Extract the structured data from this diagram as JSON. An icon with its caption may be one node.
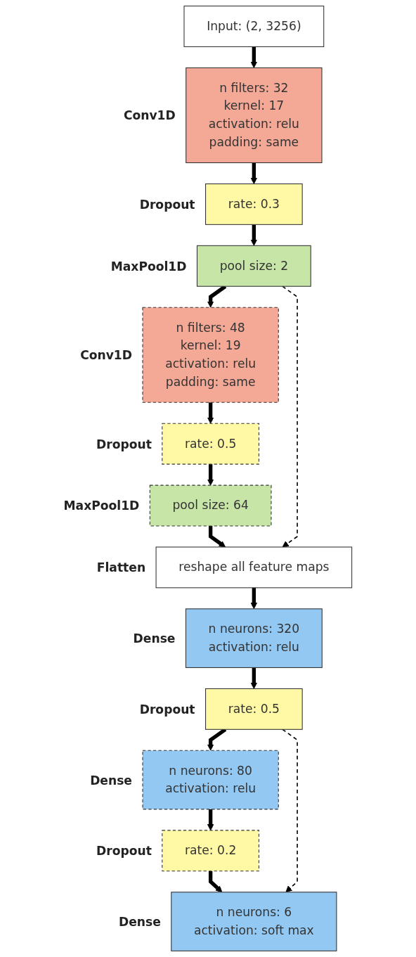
{
  "diagram": {
    "nodes": [
      {
        "text": [
          "Input: (2, 3256)"
        ]
      },
      {
        "text": [
          "n filters: 32",
          "kernel: 17",
          "activation: relu",
          "padding: same"
        ],
        "beside": [
          "Conv1D"
        ]
      },
      {
        "text": [
          "rate: 0.3"
        ],
        "beside": [
          "Dropout"
        ]
      },
      {
        "text": [
          "pool size: 2"
        ],
        "beside": [
          "MaxPool1D"
        ]
      },
      {
        "text": [
          "n filters: 48",
          "kernel: 19",
          "activation: relu",
          "padding: same"
        ],
        "beside": [
          "Conv1D"
        ]
      },
      {
        "text": [
          "rate: 0.5"
        ],
        "beside": [
          "Dropout"
        ]
      },
      {
        "text": [
          "pool size: 64"
        ],
        "beside": [
          "MaxPool1D"
        ]
      },
      {
        "text": [
          "reshape all feature maps"
        ],
        "beside": [
          "Flatten"
        ]
      },
      {
        "text": [
          "n neurons: 320",
          "activation: relu"
        ],
        "beside": [
          "Dense"
        ]
      },
      {
        "text": [
          "rate: 0.5"
        ],
        "beside": [
          "Dropout"
        ]
      },
      {
        "text": [
          "n neurons: 80",
          "activation: relu"
        ],
        "beside": [
          "Dense"
        ]
      },
      {
        "text": [
          "rate: 0.2"
        ],
        "beside": [
          "Dropout"
        ]
      },
      {
        "text": [
          "n neurons: 6",
          "activation: soft max"
        ],
        "beside": [
          "Dense"
        ]
      }
    ],
    "edges": [
      {
        "from": 0,
        "to": 1,
        "arrow": "to"
      },
      {
        "from": 1,
        "to": 2,
        "arrow": "to"
      },
      {
        "from": 2,
        "to": 3,
        "arrow": "to"
      },
      {
        "from": 3,
        "to": 4,
        "arrow": "to"
      },
      {
        "from": 4,
        "to": 5,
        "arrow": "to"
      },
      {
        "from": 5,
        "to": 6,
        "arrow": "to"
      },
      {
        "from": 6,
        "to": 7,
        "arrow": "to"
      },
      {
        "from": 3,
        "to": 7,
        "arrow": "to",
        "style": "dashed"
      },
      {
        "from": 7,
        "to": 8,
        "arrow": "to"
      },
      {
        "from": 8,
        "to": 9,
        "arrow": "to"
      },
      {
        "from": 9,
        "to": 10,
        "arrow": "to"
      },
      {
        "from": 10,
        "to": 11,
        "arrow": "to"
      },
      {
        "from": 11,
        "to": 12,
        "arrow": "to"
      },
      {
        "from": 9,
        "to": 12,
        "arrow": "to",
        "style": "dashed"
      }
    ]
  }
}
